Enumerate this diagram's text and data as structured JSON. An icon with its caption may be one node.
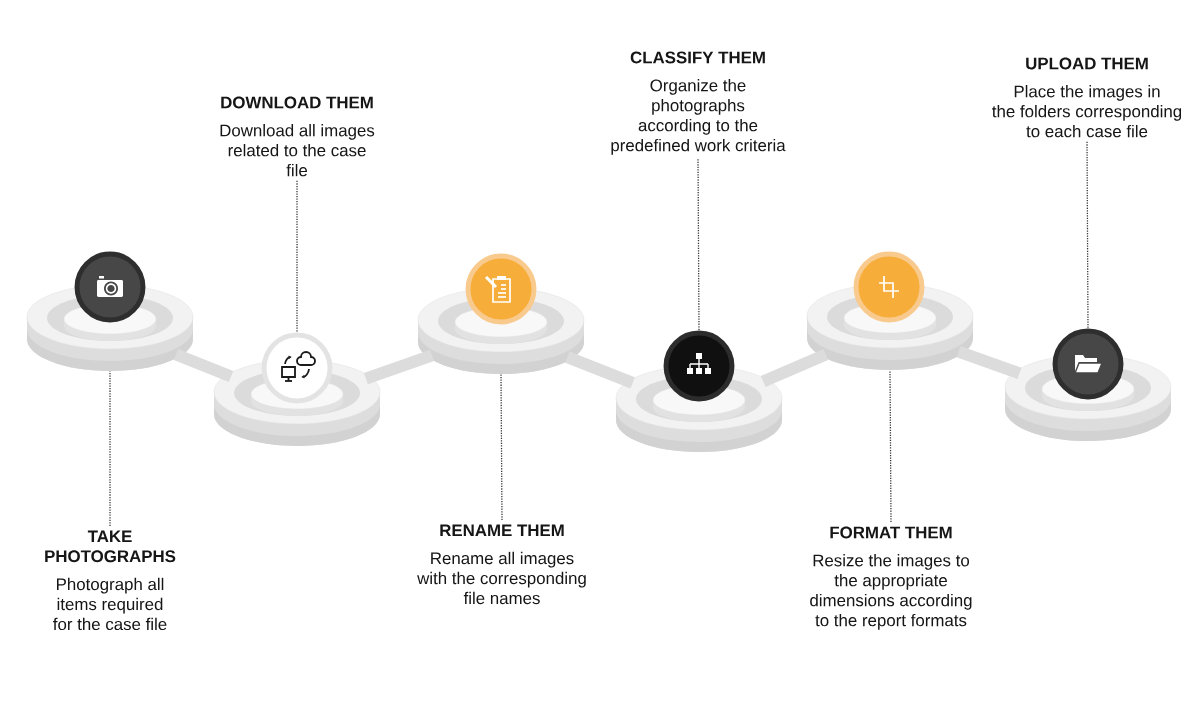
{
  "diagram": {
    "nodes": [
      {
        "text": [
          "TAKE PHOTOGRAPHS",
          "Photograph all items required for the case file"
        ]
      },
      {
        "text": [],
        "shape": "ring"
      },
      {
        "text": [],
        "shape": "circle"
      },
      {
        "text": [
          "DOWNLOAD THEM",
          "Download all images related to the case file"
        ]
      },
      {
        "text": [],
        "shape": "ring"
      },
      {
        "text": [],
        "shape": "circle"
      },
      {
        "text": [
          "RENAME THEM",
          "Rename all images with the corresponding file names"
        ]
      },
      {
        "text": [],
        "shape": "ring"
      },
      {
        "text": [],
        "shape": "circle"
      },
      {
        "text": [
          "CLASSIFY THEM",
          "Organize the photographs according to the predefined work criteria"
        ]
      },
      {
        "text": [],
        "shape": "ring"
      },
      {
        "text": [],
        "shape": "circle"
      },
      {
        "text": [
          "FORMAT THEM",
          "Resize the images to the appropriate dimensions according to the report formats"
        ]
      },
      {
        "text": [],
        "shape": "ring"
      },
      {
        "text": [],
        "shape": "circle"
      },
      {
        "text": [
          "UPLOAD THEM",
          "Place the images in the folders corresponding to each case file"
        ]
      },
      {
        "text": [],
        "shape": "ring"
      },
      {
        "text": [],
        "shape": "circle"
      }
    ],
    "edges": [
      {
        "from": 0,
        "to": 1,
        "arrow": "none",
        "style": "dashed"
      },
      {
        "from": 3,
        "to": 5,
        "arrow": "none",
        "style": "dashed"
      },
      {
        "from": 6,
        "to": 7,
        "arrow": "none",
        "style": "dashed"
      },
      {
        "from": 9,
        "to": 11,
        "arrow": "none",
        "style": "dashed"
      },
      {
        "from": 12,
        "to": 13,
        "arrow": "none",
        "style": "dashed"
      },
      {
        "from": 15,
        "to": 17,
        "arrow": "none",
        "style": "dashed"
      },
      {
        "from": 1,
        "to": 4,
        "arrow": "none",
        "style": "thick",
        "color": "#dcdcdc"
      },
      {
        "from": 4,
        "to": 7,
        "arrow": "none",
        "style": "thick",
        "color": "#dcdcdc"
      },
      {
        "from": 7,
        "to": 10,
        "arrow": "none",
        "style": "thick",
        "color": "#dcdcdc"
      },
      {
        "from": 10,
        "to": 13,
        "arrow": "none",
        "style": "thick",
        "color": "#dcdcdc"
      },
      {
        "from": 13,
        "to": 16,
        "arrow": "none",
        "style": "thick",
        "color": "#dcdcdc"
      }
    ]
  }
}
